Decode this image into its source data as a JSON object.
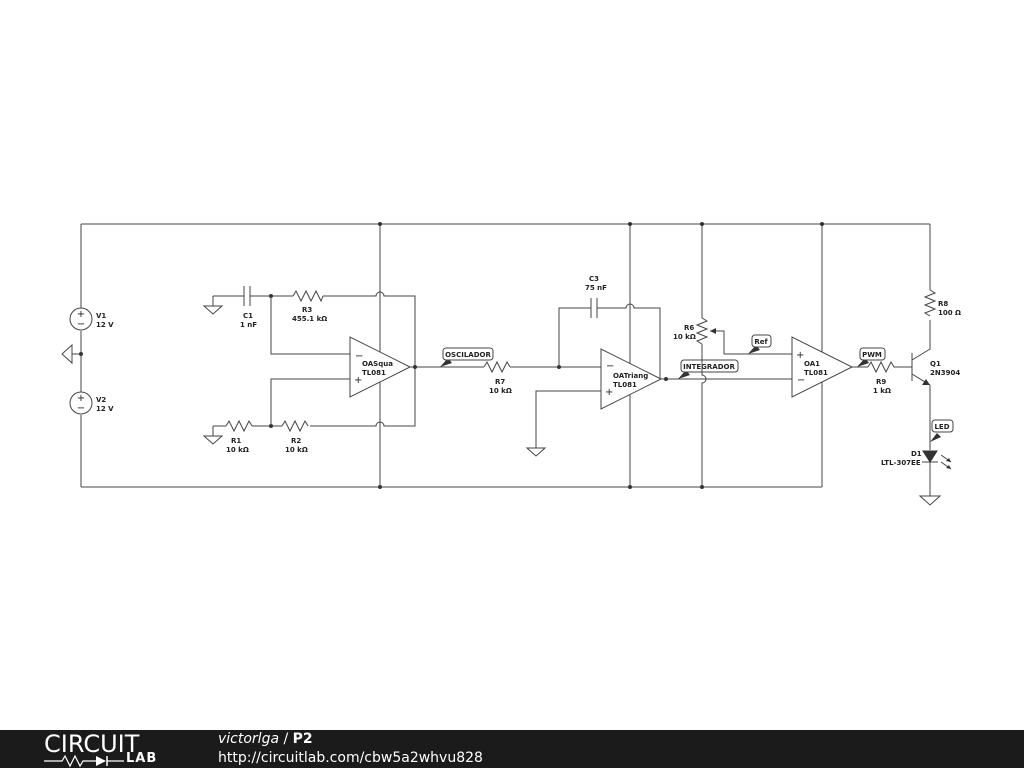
{
  "components": {
    "V1": {
      "ref": "V1",
      "value": "12 V"
    },
    "V2": {
      "ref": "V2",
      "value": "12 V"
    },
    "C1": {
      "ref": "C1",
      "value": "1 nF"
    },
    "R3": {
      "ref": "R3",
      "value": "455.1 kΩ"
    },
    "R1": {
      "ref": "R1",
      "value": "10 kΩ"
    },
    "R2": {
      "ref": "R2",
      "value": "10 kΩ"
    },
    "OASqua": {
      "ref": "OASqua",
      "value": "TL081"
    },
    "R7": {
      "ref": "R7",
      "value": "10 kΩ"
    },
    "C3": {
      "ref": "C3",
      "value": "75 nF"
    },
    "OATriang": {
      "ref": "OATriang",
      "value": "TL081"
    },
    "R6": {
      "ref": "R6",
      "value": "10 kΩ"
    },
    "OA1": {
      "ref": "OA1",
      "value": "TL081"
    },
    "R9": {
      "ref": "R9",
      "value": "1 kΩ"
    },
    "R8": {
      "ref": "R8",
      "value": "100 Ω"
    },
    "Q1": {
      "ref": "Q1",
      "value": "2N3904"
    },
    "D1": {
      "ref": "D1",
      "value": "LTL-307EE"
    }
  },
  "net_labels": {
    "osc": "OSCILADOR",
    "integ": "INTEGRADOR",
    "ref": "Ref",
    "pwm": "PWM",
    "led": "LED"
  },
  "opamp_pins": {
    "minus": "−",
    "plus": "+"
  },
  "source_pins": {
    "plus": "+",
    "minus": "−"
  },
  "footer": {
    "brand_top": "CIRCUIT",
    "brand_bottom": "LAB",
    "author": "victorlga",
    "separator": " / ",
    "project": "P2",
    "url": "http://circuitlab.com/cbw5a2whvu828"
  },
  "colors": {
    "wire": "#444444",
    "footer_bg": "#1b1b1b",
    "footer_text": "#ffffff"
  }
}
